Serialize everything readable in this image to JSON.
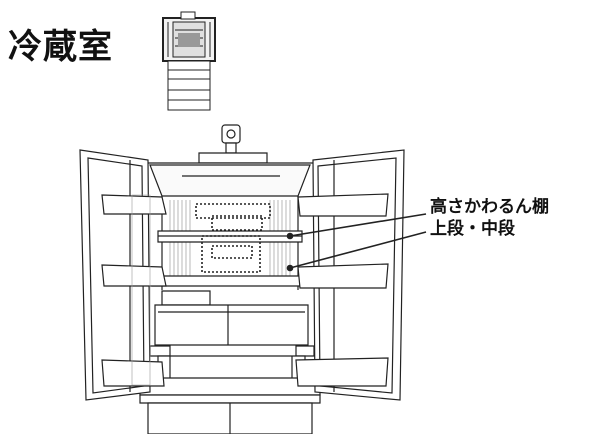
{
  "title": "冷蔵室",
  "callout": {
    "line1": "高さかわるん棚",
    "line2": "上段・中段"
  }
}
